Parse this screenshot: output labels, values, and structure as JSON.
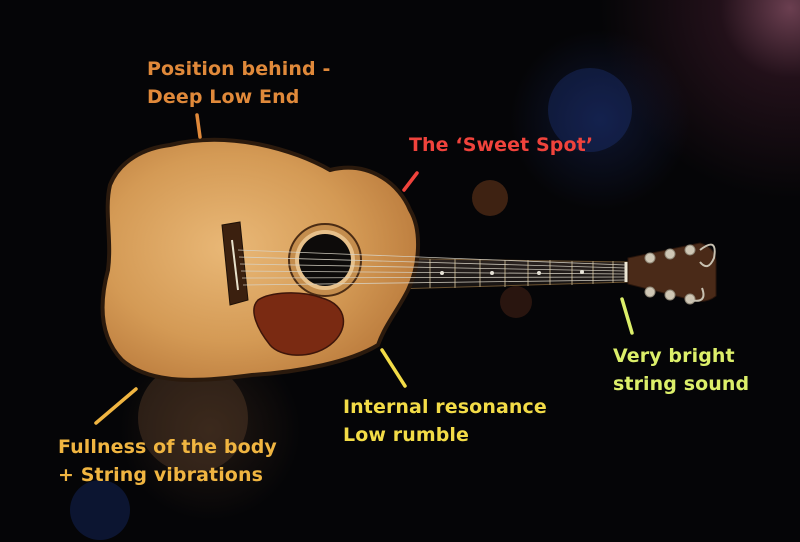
{
  "annotations": {
    "behind": {
      "line1": "Position behind -",
      "line2": "Deep Low End",
      "color": "#e0893a"
    },
    "sweet_spot": {
      "line1": "The ‘Sweet Spot’",
      "color": "#f0433c"
    },
    "bright": {
      "line1": "Very bright",
      "line2": "string sound",
      "color": "#dcef6a"
    },
    "internal": {
      "line1": "Internal resonance",
      "line2": "Low rumble",
      "color": "#f3dc47"
    },
    "fullness": {
      "line1": "Fullness of the body",
      "line2": "+ String vibrations",
      "color": "#f0b541"
    }
  },
  "colors": {
    "background": "#050507",
    "guitar_wood": "#d9a25f",
    "pickguard": "#7a2a12",
    "fretboard": "#1e1a18",
    "headstock": "#4a2a18"
  }
}
